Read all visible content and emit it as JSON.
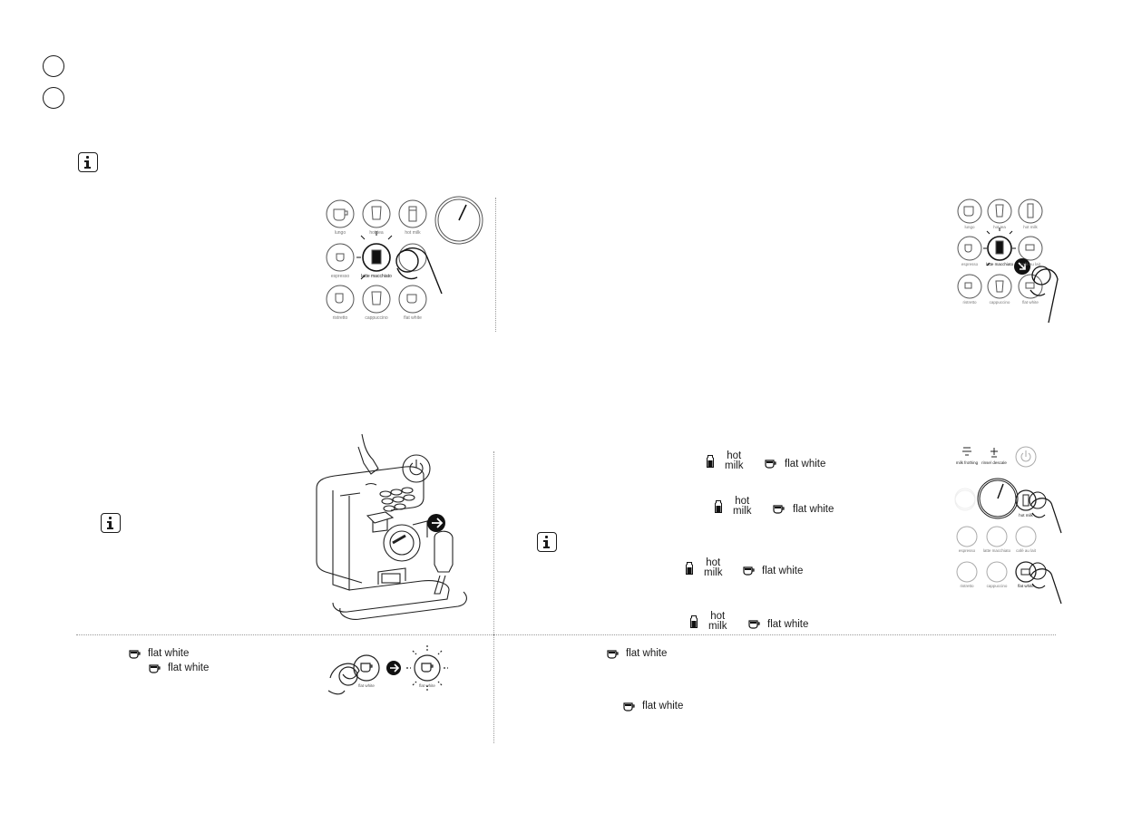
{
  "labels": {
    "hot_milk_top": "hot",
    "hot_milk_bottom": "milk",
    "flat_white": "flat white"
  },
  "diagrams": {
    "panel1_buttons": [
      "lungo",
      "hot tea",
      "hot milk",
      "espresso",
      "latte macchiato",
      "",
      "ristretto",
      "cappuccino",
      "flat white"
    ],
    "panel2_buttons": [
      "lungo",
      "hot tea",
      "hot milk",
      "espresso",
      "latte macchiato",
      "café au lait",
      "ristretto",
      "cappuccino",
      "flat white"
    ],
    "panel4_top_buttons": [
      "milk frothing",
      "rinse/ descale",
      "power"
    ],
    "panel4_buttons": [
      "espresso",
      "latte macchiato",
      "café au lait",
      "ristretto",
      "cappuccino",
      "flat white"
    ],
    "panel4_side_button": "hot milk",
    "panel5_buttons": [
      "flat white",
      "flat white"
    ]
  },
  "icons": [
    "step-circle",
    "info",
    "power",
    "arrow-right",
    "cup",
    "milk-bottle",
    "flat-white-cup"
  ]
}
